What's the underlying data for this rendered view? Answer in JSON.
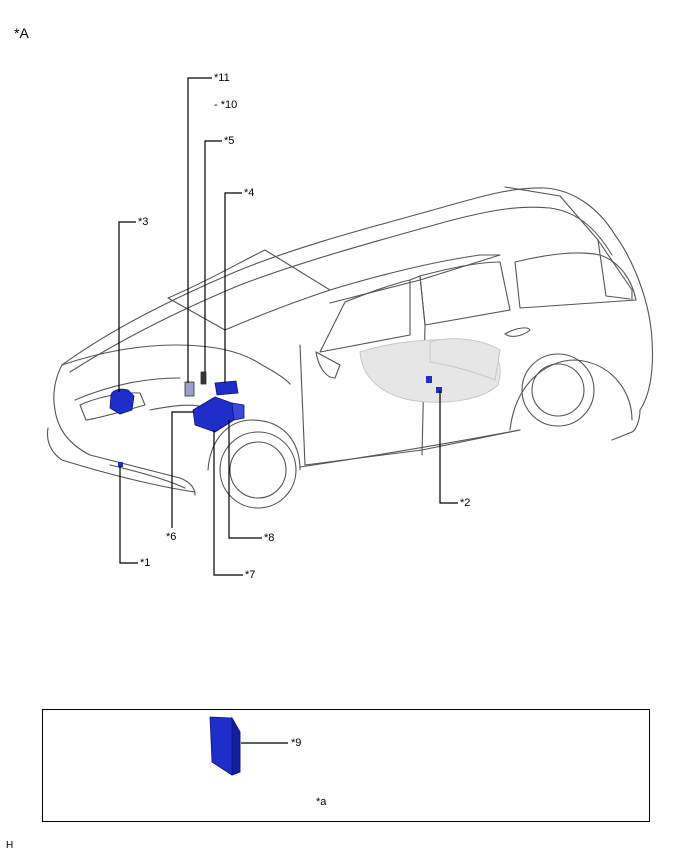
{
  "figure_label": "*A",
  "callouts": {
    "c1": "*1",
    "c2": "*2",
    "c3": "*3",
    "c4": "*4",
    "c5": "*5",
    "c6": "*6",
    "c7": "*7",
    "c8": "*8",
    "c9": "*9",
    "c10": "- *10",
    "c11": "*11"
  },
  "inset_label": "*a",
  "corner_code": "H",
  "colors": {
    "component_blue": "#1f2ec8",
    "component_dark": "#0c1580",
    "car_outline": "#555555",
    "ghost_gray": "#d0d0d0"
  }
}
